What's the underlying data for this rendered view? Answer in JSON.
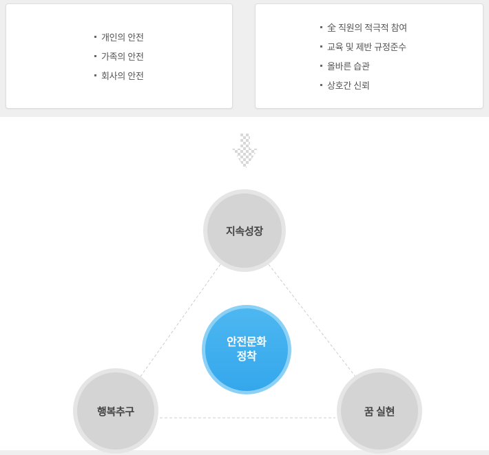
{
  "boxes": {
    "left": {
      "items": [
        "개인의 안전",
        "가족의 안전",
        "회사의 안전"
      ]
    },
    "right": {
      "items": [
        "全 직원의 적극적 참여",
        "교육 및 제반 규정준수",
        "올바른 습관",
        "상호간 신뢰"
      ]
    }
  },
  "diagram": {
    "top_circle": {
      "label": "지속성장"
    },
    "center_circle": {
      "label_line1": "안전문화",
      "label_line2": "정착"
    },
    "left_circle": {
      "label": "행복추구"
    },
    "right_circle": {
      "label": "꿈  실현"
    }
  },
  "colors": {
    "page_background_gray": "#efefef",
    "box_border": "#dddddd",
    "list_text": "#555555",
    "circle_gray_fill": "#d4d4d4",
    "circle_gray_ring": "#e5e5e5",
    "accent_blue": "#3fafee",
    "accent_blue_ring": "#8bd1f5",
    "dash_line": "#cccccc",
    "arrow_gray": "#d8d8d8"
  }
}
